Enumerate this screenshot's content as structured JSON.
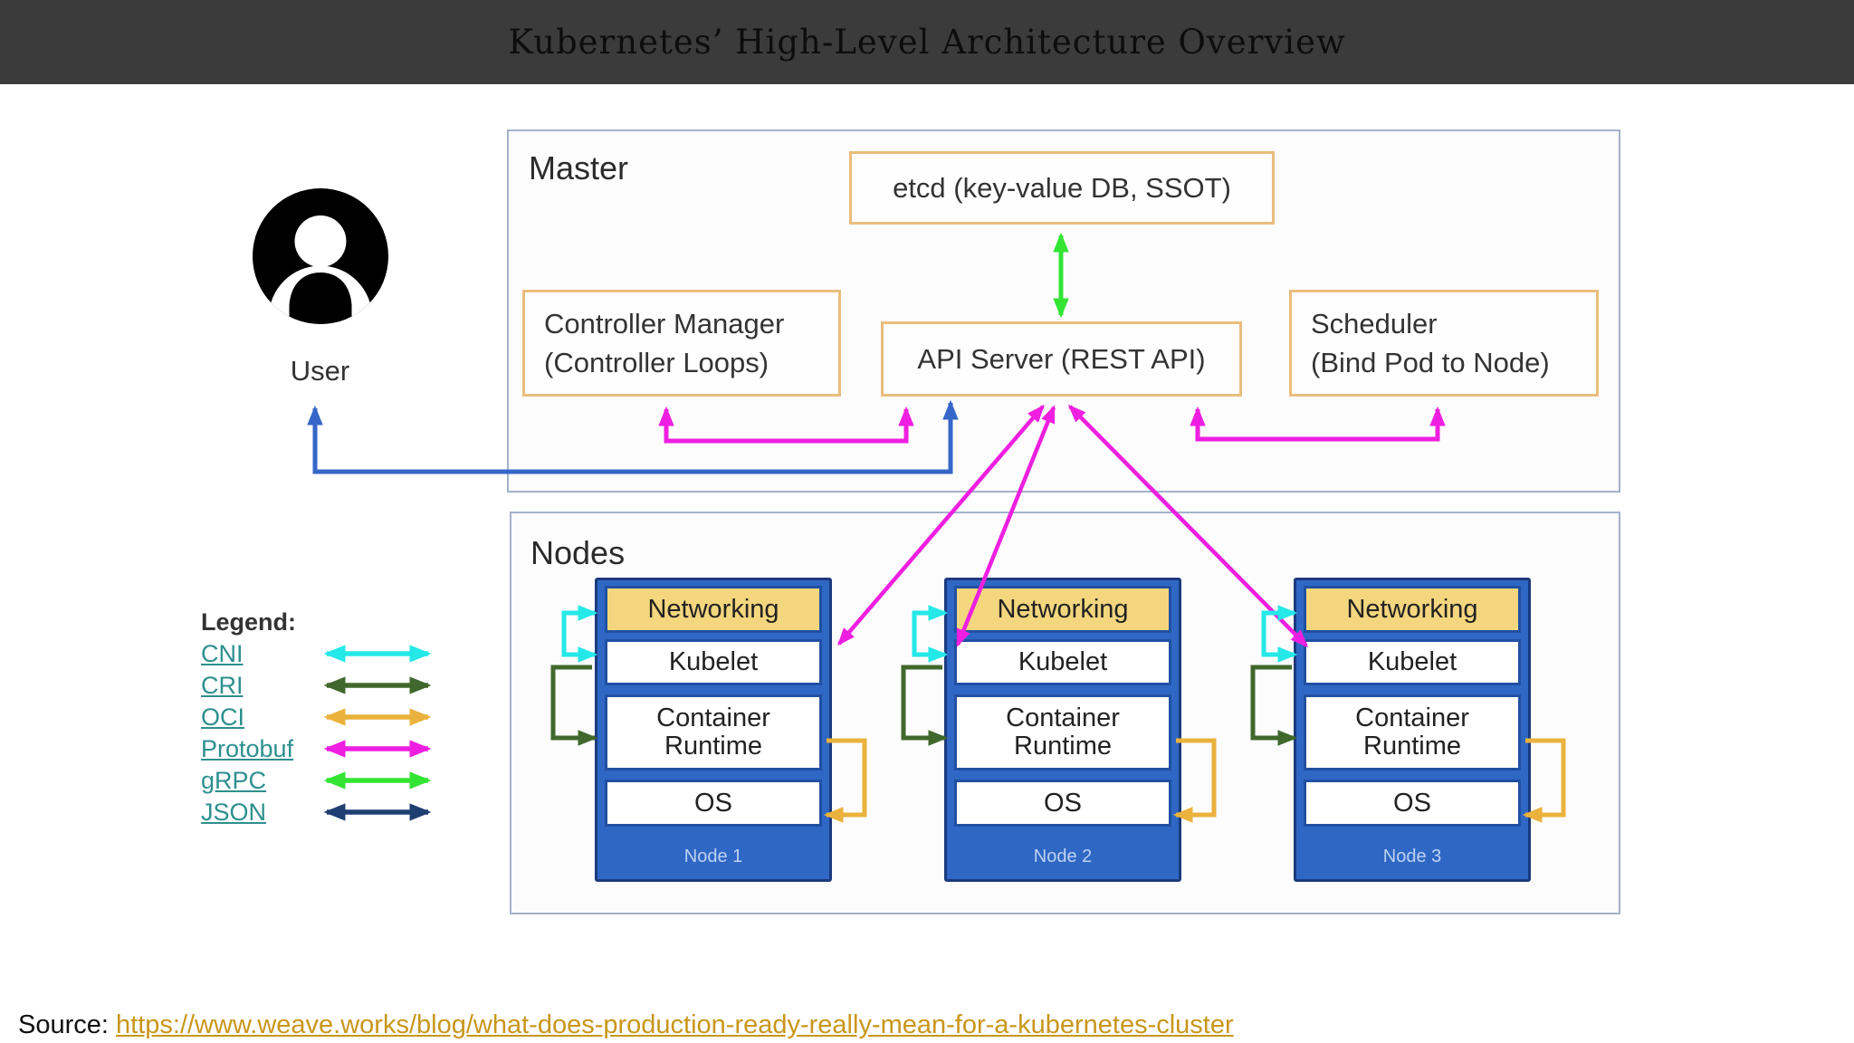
{
  "title_bar": {
    "title": "Kubernetes’ High-Level Architecture Overview"
  },
  "user": {
    "label": "User"
  },
  "master": {
    "label": "Master",
    "etcd": "etcd (key-value DB, SSOT)",
    "controller_manager": {
      "line1": "Controller Manager",
      "line2": "(Controller Loops)"
    },
    "api_server": "API Server (REST API)",
    "scheduler": {
      "line1": "Scheduler",
      "line2": "(Bind Pod to Node)"
    }
  },
  "nodes_section": {
    "label": "Nodes",
    "layers": {
      "networking": "Networking",
      "kubelet": "Kubelet",
      "container_runtime": "Container Runtime",
      "os": "OS"
    },
    "items": [
      {
        "name": "Node 1"
      },
      {
        "name": "Node 2"
      },
      {
        "name": "Node 3"
      }
    ]
  },
  "legend": {
    "heading": "Legend:",
    "items": [
      {
        "label": "CNI",
        "color_key": "cni"
      },
      {
        "label": "CRI",
        "color_key": "cri"
      },
      {
        "label": "OCI",
        "color_key": "oci"
      },
      {
        "label": "Protobuf",
        "color_key": "protobuf"
      },
      {
        "label": "gRPC",
        "color_key": "grpc"
      },
      {
        "label": "JSON",
        "color_key": "json_legend"
      }
    ]
  },
  "source": {
    "prefix": "Source:",
    "link": "https://www.weave.works/blog/what-does-production-ready-really-mean-for-a-kubernetes-cluster"
  },
  "colors": {
    "canvas_bg": "#ffffff",
    "titlebar_bg": "#3b3b3b",
    "title_text": "#0d0d0d",
    "section_border": "#a3b2ca",
    "component_border": "#eabd7d",
    "component_text": "#333333",
    "node_fill": "#2f67c5",
    "node_border": "#1b3a7d",
    "node_inner_border": "#2050a2",
    "networking_fill": "#f4d67e",
    "node_footer_text": "#bed2f2",
    "legend_link": "#2e8f8f",
    "source_link": "#c9961a",
    "cni": "#25e8e8",
    "cri": "#41682c",
    "oci": "#eab23c",
    "protobuf": "#ee1fe0",
    "grpc": "#33e433",
    "json": "#3566c8",
    "json_legend": "#1f3f72"
  }
}
